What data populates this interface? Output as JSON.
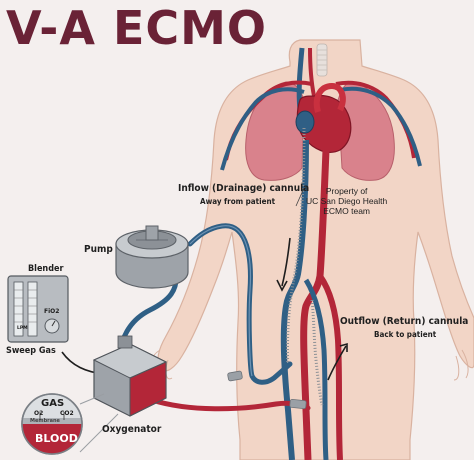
{
  "title": "V-A ECMO",
  "labels": {
    "inflow_title": "Inflow (Drainage) cannula",
    "inflow_sub": "Away from patient",
    "outflow_title": "Outflow (Return) cannula",
    "outflow_sub": "Back to patient",
    "pump": "Pump",
    "blender": "Blender",
    "sweep_gas": "Sweep Gas",
    "oxygenator": "Oxygenator",
    "gas": "GAS",
    "blood": "BLOOD",
    "membrane": "Membrane",
    "o2": "O2",
    "co2": "CO2",
    "fio2": "FiO2",
    "lpm": "LPM"
  },
  "credit": {
    "line1": "Property of",
    "line2": "UC San Diego Health",
    "line3": "ECMO team"
  },
  "colors": {
    "title": "#6a2236",
    "arterial": "#b32638",
    "venous": "#2f5f85",
    "skin": "#f2d5c6",
    "lung": "#d9828c",
    "device": "#a6aab0"
  }
}
